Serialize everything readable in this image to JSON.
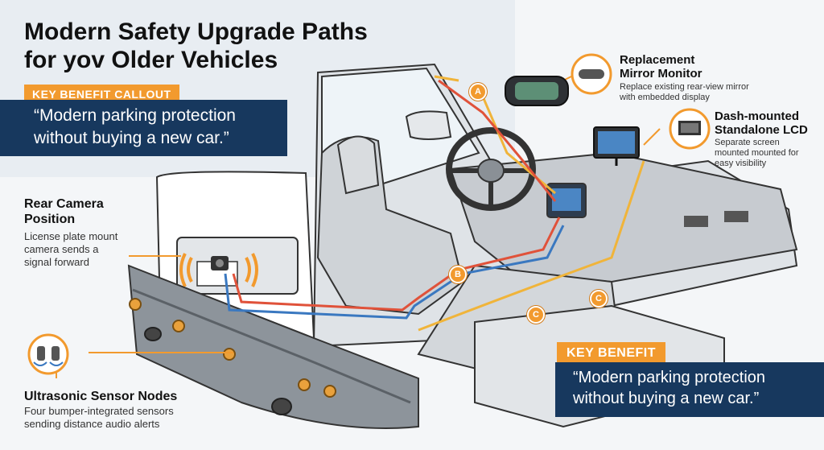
{
  "title_line1": "Modern Safety Upgrade Paths",
  "title_line2": "for yov Older Vehicles",
  "key_benefit_callout": {
    "badge": "KEY BENEFIT CALLOUT",
    "quote_line1": "“Modern parking protection",
    "quote_line2": "without buying a new car.”"
  },
  "key_benefit": {
    "badge": "KEY BENEFIT",
    "quote_line1": "“Modern parking protection",
    "quote_line2": "without buying a new car.”"
  },
  "mirror_monitor": {
    "title_line1": "Replacement",
    "title_line2": "Mirror Monitor",
    "desc_line1": "Replace existing rear-view mirror",
    "desc_line2": "with embedded display"
  },
  "dash_lcd": {
    "title_line1": "Dash-mounted",
    "title_line2": "Standalone LCD",
    "desc_line1": "Separate screen",
    "desc_line2": "mounted mounted for",
    "desc_line3": "easy visibility"
  },
  "rear_camera": {
    "title_line1": "Rear Camera",
    "title_line2": "Position",
    "desc_line1": "License plate mount",
    "desc_line2": "camera sends a",
    "desc_line3": "signal forward"
  },
  "sensor_nodes": {
    "title": "Ultrasonic Sensor Nodes",
    "desc_line1": "Four bumper-integrated sensors",
    "desc_line2": "sending distance audio alerts"
  },
  "path_markers": {
    "a": "A",
    "b": "B",
    "c1": "C",
    "c2": "C"
  },
  "colors": {
    "accent_orange": "#f29a2e",
    "navy": "#17385e",
    "wire_red": "#e0523a",
    "wire_blue": "#3a78c0",
    "wire_yellow": "#f0b43a"
  },
  "icons": [
    "mirror-icon",
    "monitor-icon",
    "ultrasonic-sensor-icon",
    "rear-camera-icon"
  ]
}
